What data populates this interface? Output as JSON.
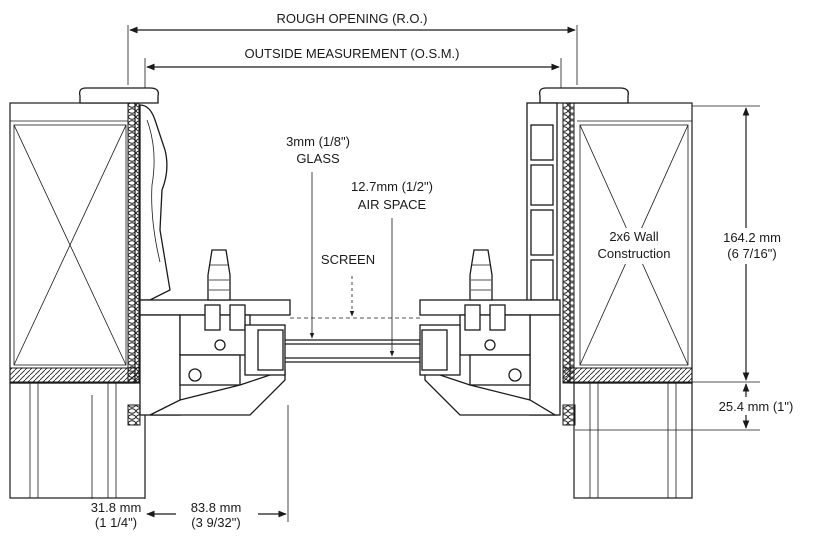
{
  "dimensions": {
    "rough_opening": "ROUGH OPENING (R.O.)",
    "outside_measurement": "OUTSIDE MEASUREMENT (O.S.M.)",
    "glass_line1": "3mm (1/8\")",
    "glass_line2": "GLASS",
    "air_line1": "12.7mm (1/2\")",
    "air_line2": "AIR SPACE",
    "screen": "SCREEN",
    "wall_line1": "2x6 Wall",
    "wall_line2": "Construction",
    "height_line1": "164.2 mm",
    "height_line2": "(6 7/16\")",
    "sill_offset": "25.4 mm (1\")",
    "left_offset_line1": "31.8 mm",
    "left_offset_line2": "(1 1/4\")",
    "frame_depth_line1": "83.8 mm",
    "frame_depth_line2": "(3 9/32\")"
  },
  "colors": {
    "line": "#1a1a1a",
    "background": "#ffffff"
  }
}
